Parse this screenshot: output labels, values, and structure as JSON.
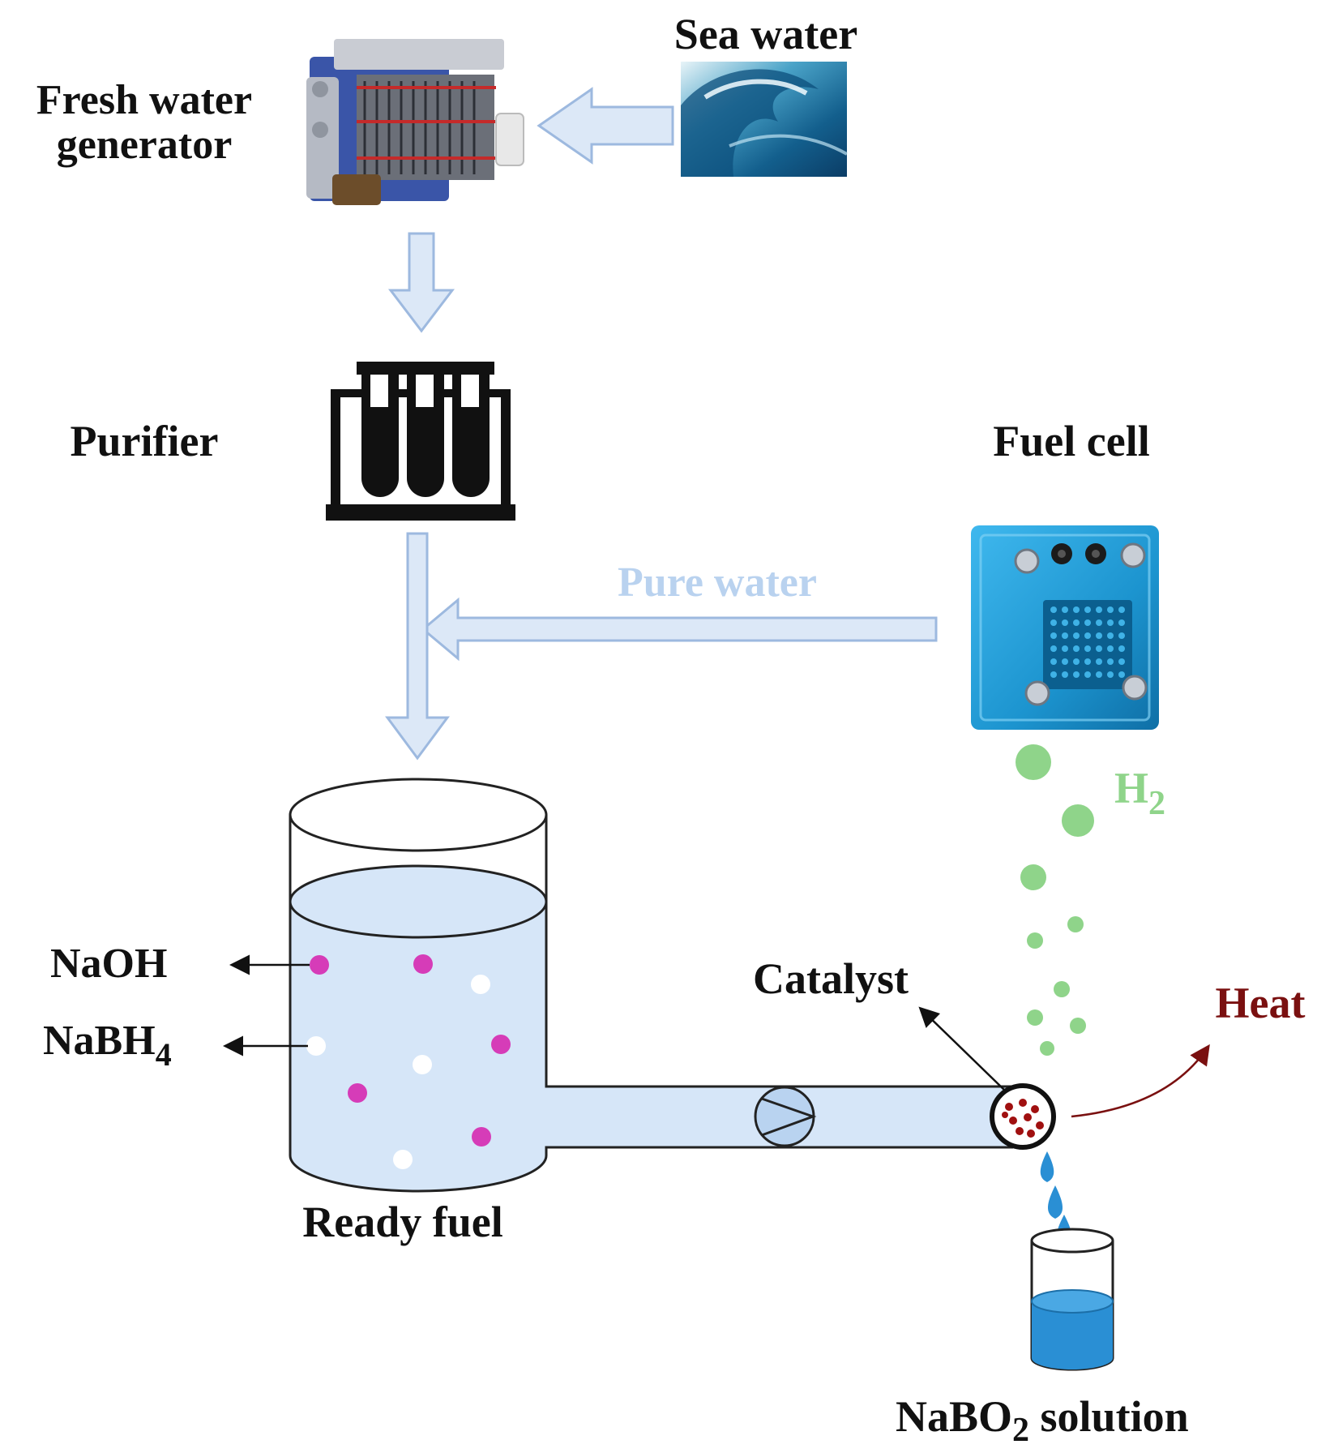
{
  "labels": {
    "sea_water": "Sea water",
    "fresh_water_line1": "Fresh water",
    "fresh_water_line2": "generator",
    "purifier": "Purifier",
    "fuel_cell": "Fuel cell",
    "pure_water": "Pure water",
    "h2_base": "H",
    "h2_sub": "2",
    "naoh": "NaOH",
    "nabh4_base": "NaBH",
    "nabh4_sub": "4",
    "catalyst": "Catalyst",
    "heat": "Heat",
    "ready_fuel": "Ready fuel",
    "nabo2_base": "NaBO",
    "nabo2_sub": "2",
    "nabo2_rest": " solution"
  },
  "colors": {
    "text": "#111111",
    "arrow_fill": "#dce8f7",
    "arrow_stroke": "#9db9df",
    "pure_water_text": "#b9d2ef",
    "h2": "#8fd48a",
    "heat": "#7a1010",
    "liquid": "#d6e6f8",
    "naoh_particle": "#d63cb8",
    "nabh4_particle": "#ffffff",
    "fuel_cell": "#1f9fd9",
    "nabo2_liquid": "#2a8fd4",
    "catalyst_dots": "#a01010"
  },
  "icons": {
    "sea_water": "sea-wave-photo",
    "generator": "fresh-water-generator-photo",
    "purifier": "test-tube-rack-icon",
    "fuel_cell": "fuel-cell-photo",
    "pump": "pump-icon"
  }
}
